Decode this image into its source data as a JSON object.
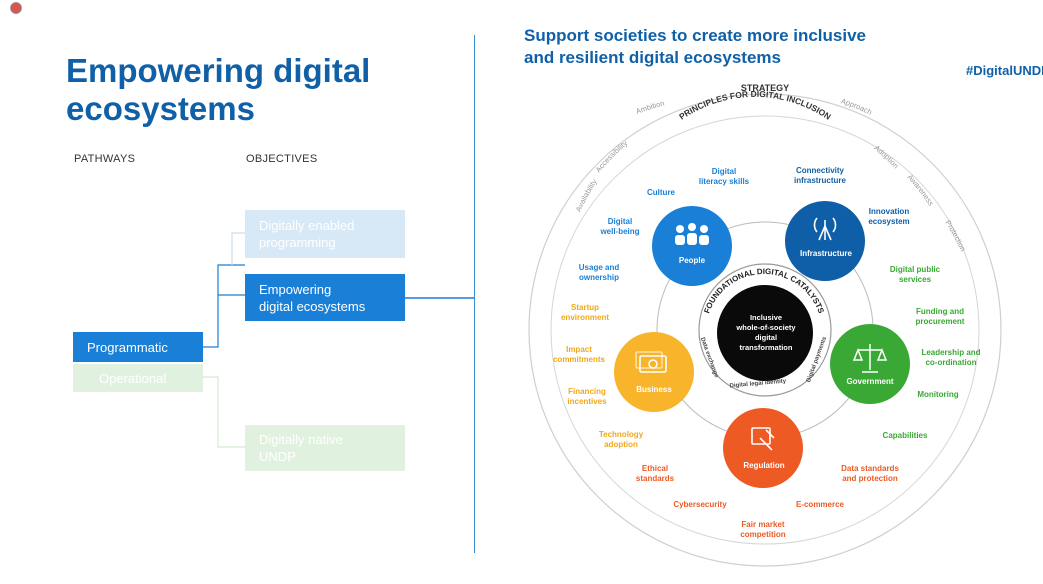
{
  "left": {
    "title_line1": "Empowering digital",
    "title_line2": "ecosystems",
    "col_pathways": "PATHWAYS",
    "col_objectives": "OBJECTIVES",
    "pathways": [
      "Programmatic",
      "Operational"
    ],
    "objectives": {
      "top_line1": "Digitally enabled",
      "top_line2": "programming",
      "mid_line1": "Empowering",
      "mid_line2": "digital ecosystems",
      "bot_line1": "Digitally native",
      "bot_line2": "UNDP"
    }
  },
  "right": {
    "heading_line1": "Support societies to create more inclusive",
    "heading_line2": "and resilient digital ecosystems",
    "hashtag": "#DigitalUNDP",
    "strategy": "STRATEGY",
    "principles": "PRINCIPLES FOR DIGITAL INCLUSION",
    "foundational": "FOUNDATIONAL DIGITAL CATALYSTS",
    "center": [
      "Inclusive",
      "whole-of-society",
      "digital",
      "transformation"
    ],
    "ring_words": [
      "Ambition",
      "Accessibility",
      "Availability",
      "Approach",
      "Adoption",
      "Awareness",
      "Protection"
    ],
    "catalysts": [
      "Data exchange",
      "Digital legal identity",
      "Digital payments"
    ],
    "pillars": {
      "people": "People",
      "infrastructure": "Infrastructure",
      "government": "Government",
      "regulation": "Regulation",
      "business": "Business"
    },
    "outer_labels": {
      "digital_literacy": [
        "Digital",
        "literacy skills"
      ],
      "culture": [
        "Culture"
      ],
      "wellbeing": [
        "Digital",
        "well-being"
      ],
      "usage": [
        "Usage and",
        "ownership"
      ],
      "connectivity": [
        "Connectivity",
        "infrastructure"
      ],
      "innovation": [
        "Innovation",
        "ecosystem"
      ],
      "public_services": [
        "Digital public",
        "services"
      ],
      "funding": [
        "Funding and",
        "procurement"
      ],
      "leadership": [
        "Leadership and",
        "co-ordination"
      ],
      "monitoring": [
        "Monitoring"
      ],
      "capabilities": [
        "Capabilities"
      ],
      "data_standards": [
        "Data standards",
        "and protection"
      ],
      "ecommerce": [
        "E-commerce"
      ],
      "fair_market": [
        "Fair market",
        "competition"
      ],
      "cybersecurity": [
        "Cybersecurity"
      ],
      "ethical": [
        "Ethical",
        "standards"
      ],
      "tech_adoption": [
        "Technology",
        "adoption"
      ],
      "financing": [
        "Financing",
        "incentives"
      ],
      "impact": [
        "Impact",
        "commitments"
      ],
      "startup": [
        "Startup",
        "environment"
      ]
    },
    "colors": {
      "people": "#1a7fd6",
      "infrastructure": "#0f5fa8",
      "government": "#3aa835",
      "regulation": "#ee5a24",
      "business": "#f8b52c",
      "brand": "#1060a8"
    }
  }
}
